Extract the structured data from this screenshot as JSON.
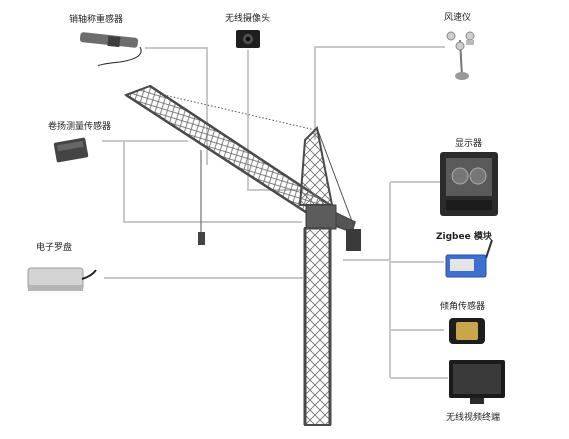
{
  "labels": {
    "pin_sensor": "销轴称重感器",
    "camera": "无线摄像头",
    "anemometer": "风速仪",
    "winch_sensor": "卷扬测量传感器",
    "display": "显示器",
    "zigbee": "Zigbee 模块",
    "compass": "电子罗盘",
    "tilt_sensor": "倾角传感器",
    "video_terminal": "无线视频终端"
  },
  "colors": {
    "connector": "#c8c8c8",
    "crane_steel": "#4a4a4a",
    "device_dark": "#2e2e2e",
    "zigbee_blue": "#3d6fd1"
  }
}
